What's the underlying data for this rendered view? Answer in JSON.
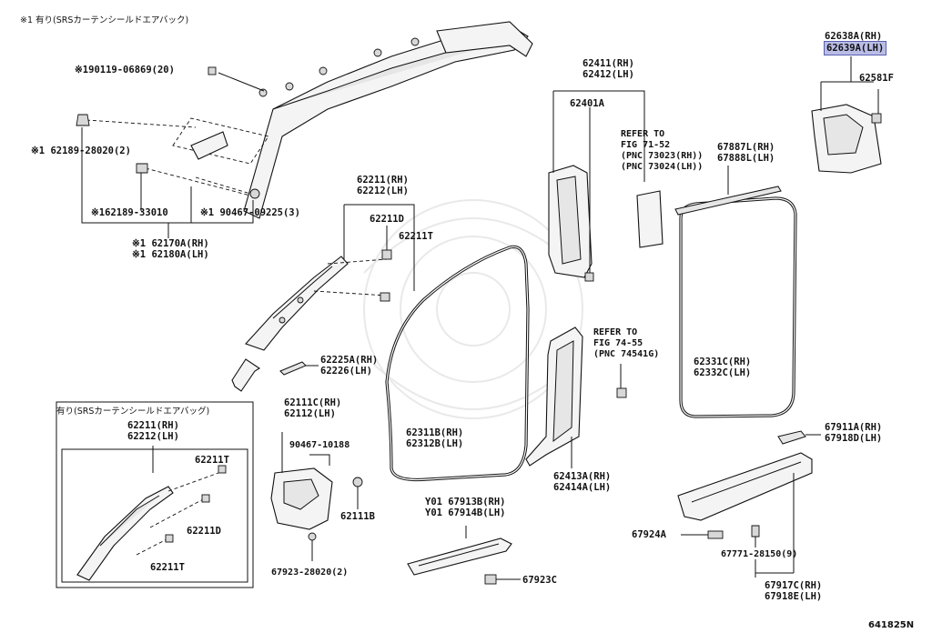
{
  "diagram": {
    "note_top": "※1 有り(SRSカーテンシールドエアバック)",
    "inset_title": "有り(SRSカーテンシールドエアバッグ)",
    "figure_code": "641825N",
    "selected_part": "62639A(LH)",
    "labels": {
      "p90119": "※190119-06869(20)",
      "p62189_28020": "※1 62189-28020(2)",
      "p62189_33010": "※162189-33010",
      "p90467_09225": "※1 90467-09225(3)",
      "p62170A": "※1 62170A(RH)",
      "p62180A": "※1 62180A(LH)",
      "p62211_rh": "62211(RH)",
      "p62212_lh": "62212(LH)",
      "p62211D": "62211D",
      "p62211T": "62211T",
      "p62225A": "62225A(RH)",
      "p62226": "62226(LH)",
      "p62111C": "62111C(RH)",
      "p62112": "62112(LH)",
      "p90467_10188": "90467-10188",
      "p62111B": "62111B",
      "p67923_28020": "67923-28020(2)",
      "inset_62211": "62211(RH)",
      "inset_62212": "62212(LH)",
      "inset_62211T_a": "62211T",
      "inset_62211D": "62211D",
      "inset_62211T_b": "62211T",
      "p62411": "62411(RH)",
      "p62412": "62412(LH)",
      "p62401A": "62401A",
      "ref1_a": "REFER TO",
      "ref1_b": "FIG 71-52",
      "ref1_c": "(PNC 73023(RH))",
      "ref1_d": "(PNC 73024(LH))",
      "p62311B": "62311B(RH)",
      "p62312B": "62312B(LH)",
      "ref2_a": "REFER TO",
      "ref2_b": "FIG 74-55",
      "ref2_c": "(PNC 74541G)",
      "p62413A": "62413A(RH)",
      "p62414A": "62414A(LH)",
      "p67913B": "Y01 67913B(RH)",
      "p67914B": "Y01 67914B(LH)",
      "p67923C": "67923C",
      "p62638A": "62638A(RH)",
      "p62639A": "62639A(LH)",
      "p62581F": "62581F",
      "p67887L": "67887L(RH)",
      "p67888L": "67888L(LH)",
      "p62331C": "62331C(RH)",
      "p62332C": "62332C(LH)",
      "p67911A": "67911A(RH)",
      "p67918D": "67918D(LH)",
      "p67924A": "67924A",
      "p67771": "67771-28150(9)",
      "p67917C": "67917C(RH)",
      "p67918E": "67918E(LH)"
    }
  }
}
